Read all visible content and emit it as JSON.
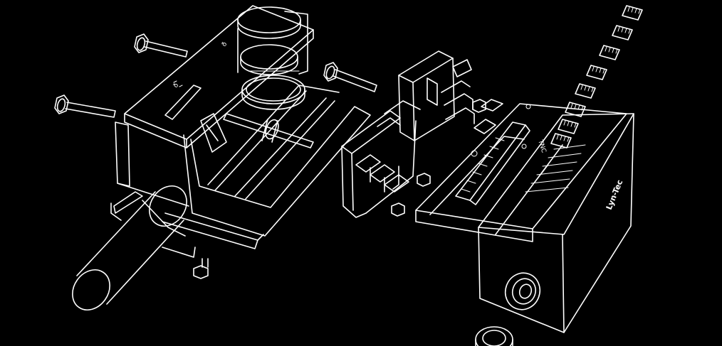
{
  "labels": {
    "brand": "Lyn-Tec",
    "tnc": "TNC",
    "mark_a": "ð",
    "mark_b": "ð"
  },
  "colors": {
    "background": "#000000",
    "line": "#ffffff"
  }
}
